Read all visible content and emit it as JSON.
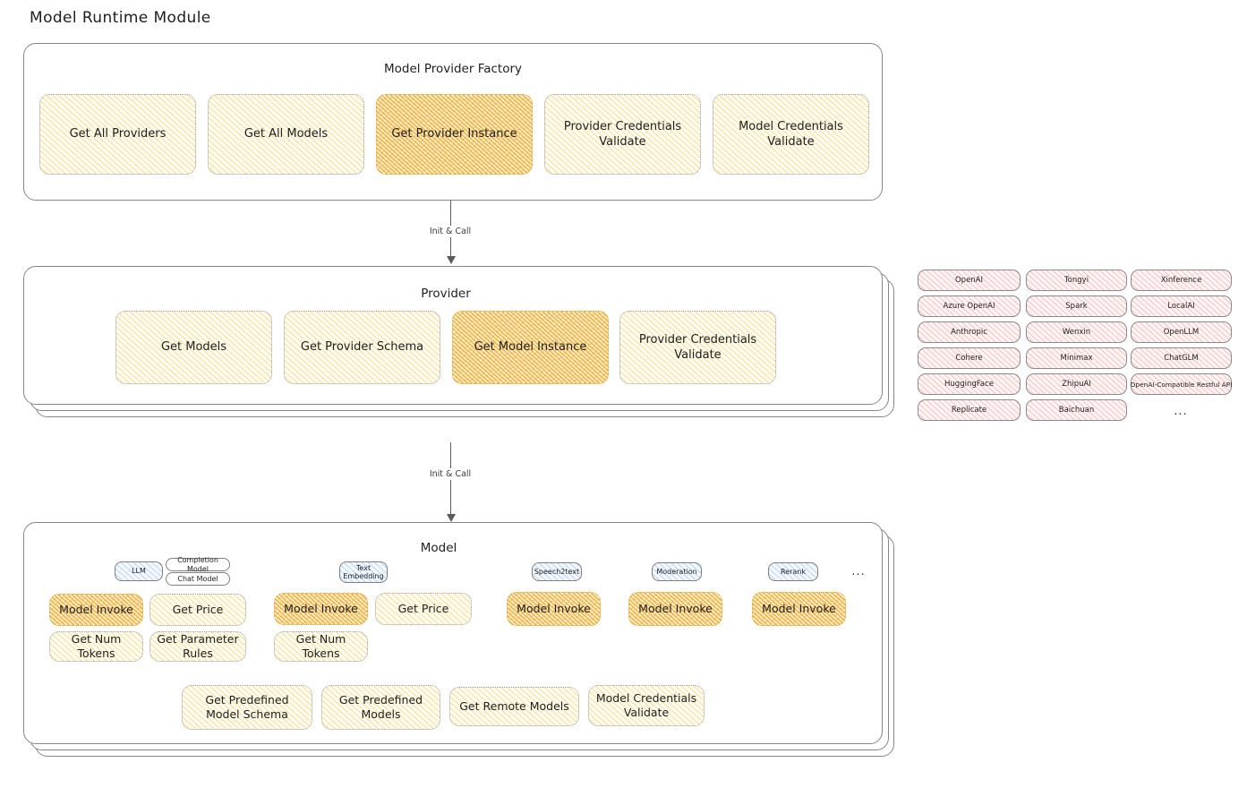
{
  "diagram": {
    "title": "Model Runtime Module"
  },
  "layers": {
    "factory": {
      "title": "Model Provider Factory",
      "boxes": [
        {
          "label": "Get All Providers",
          "highlighted": false
        },
        {
          "label": "Get All Models",
          "highlighted": false
        },
        {
          "label": "Get Provider Instance",
          "highlighted": true
        },
        {
          "label": "Provider Credentials Validate",
          "highlighted": false
        },
        {
          "label": "Model Credentials Validate",
          "highlighted": false
        }
      ]
    },
    "provider": {
      "title": "Provider",
      "boxes": [
        {
          "label": "Get Models",
          "highlighted": false
        },
        {
          "label": "Get Provider Schema",
          "highlighted": false
        },
        {
          "label": "Get Model Instance",
          "highlighted": true
        },
        {
          "label": "Provider Credentials Validate",
          "highlighted": false
        }
      ]
    },
    "model": {
      "title": "Model",
      "types": [
        {
          "badge": "LLM",
          "sub_badges": [
            "Completion Model",
            "Chat Model"
          ],
          "methods": [
            {
              "label": "Model Invoke",
              "highlighted": true
            },
            {
              "label": "Get Price",
              "highlighted": false
            },
            {
              "label": "Get Num Tokens",
              "highlighted": false
            },
            {
              "label": "Get Parameter Rules",
              "highlighted": false
            }
          ]
        },
        {
          "badge": "Text\nEmbedding",
          "sub_badges": [],
          "methods": [
            {
              "label": "Model Invoke",
              "highlighted": true
            },
            {
              "label": "Get Price",
              "highlighted": false
            },
            {
              "label": "Get Num Tokens",
              "highlighted": false
            }
          ]
        },
        {
          "badge": "Speech2text",
          "sub_badges": [],
          "methods": [
            {
              "label": "Model Invoke",
              "highlighted": true
            }
          ]
        },
        {
          "badge": "Moderation",
          "sub_badges": [],
          "methods": [
            {
              "label": "Model Invoke",
              "highlighted": true
            }
          ]
        },
        {
          "badge": "Rerank",
          "sub_badges": [],
          "methods": [
            {
              "label": "Model Invoke",
              "highlighted": true
            }
          ]
        }
      ],
      "more_types_marker": "...",
      "shared_methods": [
        {
          "label": "Get Predefined Model Schema"
        },
        {
          "label": "Get Predefined Models"
        },
        {
          "label": "Get Remote Models"
        },
        {
          "label": "Model Credentials Validate"
        }
      ]
    }
  },
  "arrows": [
    {
      "label": "Init & Call"
    },
    {
      "label": "Init & Call"
    }
  ],
  "provider_list": {
    "more_marker": "...",
    "columns": [
      {
        "items": [
          "OpenAI",
          "Azure OpenAI",
          "Anthropic",
          "Cohere",
          "HuggingFace",
          "Replicate"
        ]
      },
      {
        "items": [
          "Tongyi",
          "Spark",
          "Wenxin",
          "Minimax",
          "ZhipuAI",
          "Baichuan"
        ]
      },
      {
        "items": [
          "Xinference",
          "LocalAI",
          "OpenLLM",
          "ChatGLM",
          "OpenAI-Compatible Restful API"
        ]
      }
    ]
  },
  "colors": {
    "highlight_fill": "#f0b429",
    "light_fill": "#fefcf0",
    "provider_chip": "#e03131",
    "badge_blue": "#367abf",
    "stroke": "#868686",
    "text": "#1e1e1e"
  }
}
